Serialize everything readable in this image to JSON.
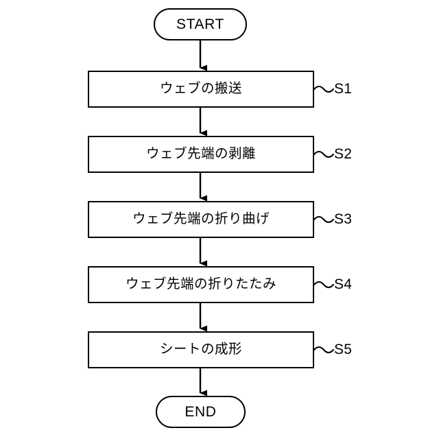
{
  "diagram": {
    "type": "flowchart",
    "orientation": "vertical",
    "background_color": "#ffffff",
    "stroke_color": "#000000",
    "title": ""
  },
  "start_node": {
    "label": "START",
    "shape": "stadium"
  },
  "end_node": {
    "label": "END",
    "shape": "stadium"
  },
  "steps": [
    {
      "label": "ウェブの搬送",
      "ref": "S1",
      "shape": "rectangle"
    },
    {
      "label": "ウェブ先端の剥離",
      "ref": "S2",
      "shape": "rectangle"
    },
    {
      "label": "ウェブ先端の折り曲げ",
      "ref": "S3",
      "shape": "rectangle"
    },
    {
      "label": "ウェブ先端の折りたたみ",
      "ref": "S4",
      "shape": "rectangle"
    },
    {
      "label": "シートの成形",
      "ref": "S5",
      "shape": "rectangle"
    }
  ],
  "connectors": {
    "count": 6,
    "arrow_style": "solid-triangle-down",
    "leader_style": "wavy-tilde"
  }
}
